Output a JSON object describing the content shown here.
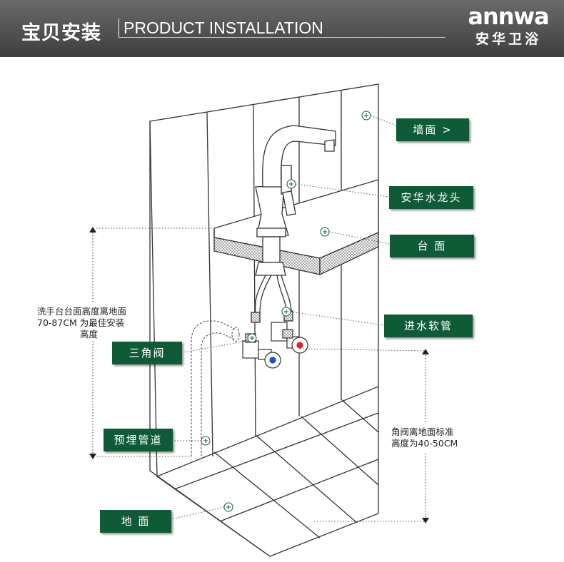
{
  "header": {
    "title_cn": "宝贝安装",
    "title_en": "PRODUCT INSTALLATION",
    "brand_en": "annwa",
    "brand_cn": "安华卫浴"
  },
  "labels": {
    "wall": "墙面 >",
    "faucet": "安华水龙头",
    "counter": "台 面",
    "hose": "进水软管",
    "angle_valve": "三角阀",
    "pipe": "预埋管道",
    "floor": "地 面"
  },
  "notes": {
    "counter_height_1": "洗手台台面高度离地面",
    "counter_height_2": "70-87CM 为最佳安装",
    "counter_height_3": "高度",
    "valve_height_1": "角阀离地面标准",
    "valve_height_2": "高度为40-50CM"
  },
  "colors": {
    "tag_green": "#0f5b37",
    "hot_red": "#e0202a",
    "cold_blue": "#1f4fb5"
  }
}
